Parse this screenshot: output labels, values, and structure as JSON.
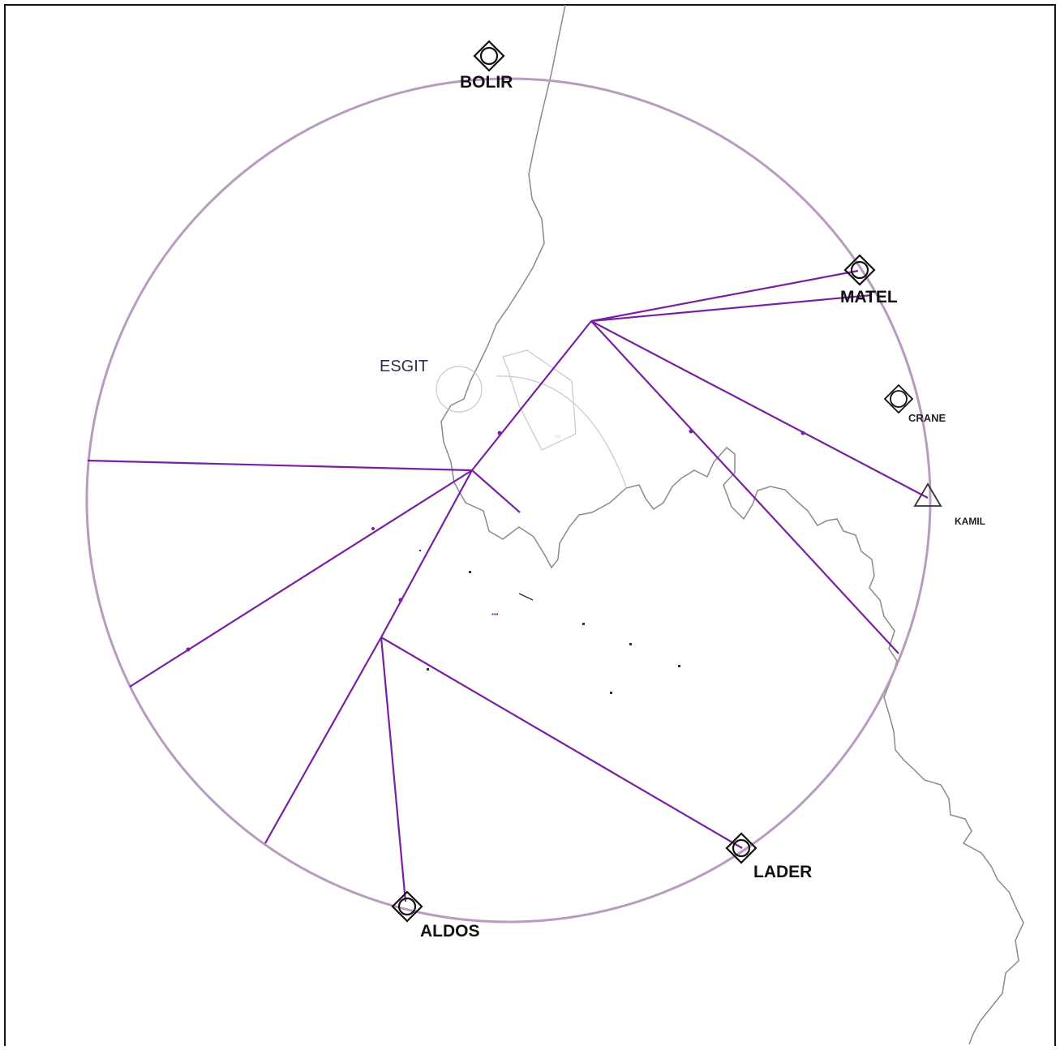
{
  "map": {
    "colors": {
      "route": "#7a1fa2",
      "circle": "#b89cbf",
      "coast": "#8a8a8a",
      "frame": "#111111",
      "faint": "#c8c8c8"
    },
    "waypoints": {
      "bolir": "BOLIR",
      "matel": "MATEL",
      "crane": "CRANE",
      "kamil": "KAMIL",
      "lader": "LADER",
      "aldos": "ALDOS"
    },
    "areas": {
      "esgit": "ESGIT"
    },
    "symbols": {
      "compulsory_reporting_point": "compulsory-reporting-point-icon",
      "on_request_reporting_point": "on-request-reporting-point-icon"
    }
  }
}
